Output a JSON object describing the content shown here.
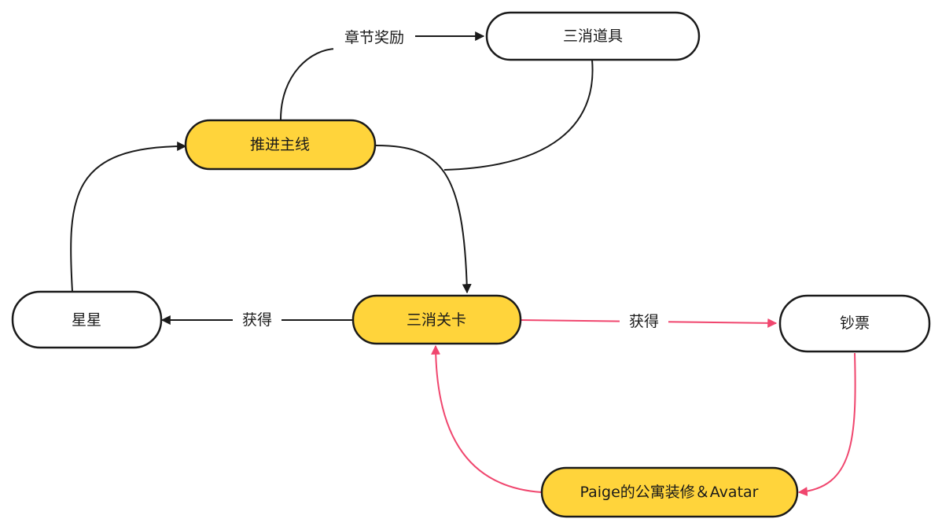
{
  "colors": {
    "node_fill_highlight": "#FFD43B",
    "node_fill_plain": "#FFFFFF",
    "node_stroke": "#1a1a1a",
    "edge_black": "#1a1a1a",
    "edge_red": "#F0466E"
  },
  "nodes": {
    "tools": "三消道具",
    "mainline": "推进主线",
    "stars": "星星",
    "level": "三消关卡",
    "cash": "钞票",
    "decor": "Paige的公寓装修＆Avatar"
  },
  "edge_labels": {
    "chapter_reward": "章节奖励",
    "get_stars": "获得",
    "get_cash": "获得"
  }
}
